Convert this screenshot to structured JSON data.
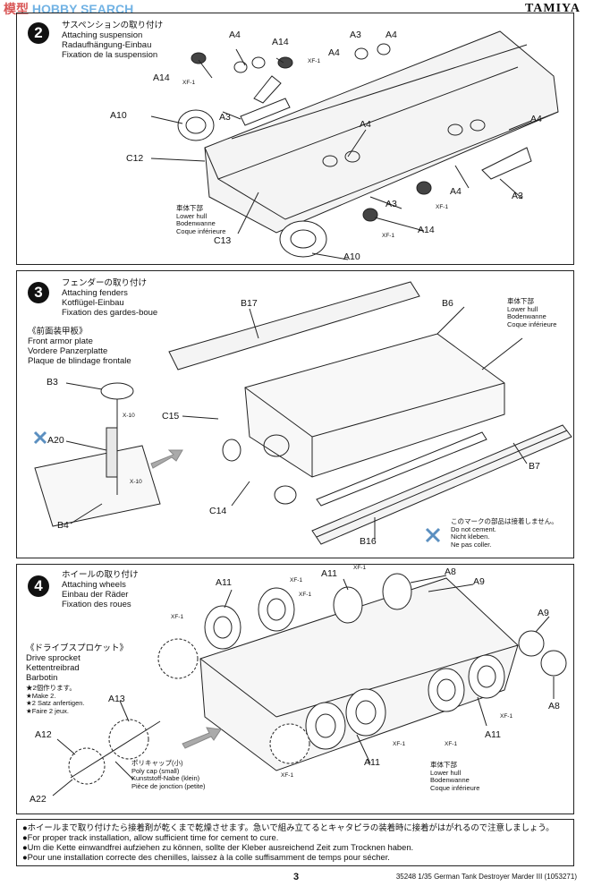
{
  "header": {
    "brand": "TAMIYA",
    "watermark_a": "模型",
    "watermark_b": "HOBBY SEARCH"
  },
  "step2": {
    "number": "2",
    "titles": [
      "サスペンションの取り付け",
      "Attaching suspension",
      "Radaufhängung-Einbau",
      "Fixation de la suspension"
    ],
    "hull": [
      "車体下部",
      "Lower hull",
      "Bodenwanne",
      "Coque inférieure"
    ],
    "parts": {
      "a4_1": "A4",
      "a14_1": "A14",
      "a3_1": "A3",
      "a4_2": "A4",
      "a4_3": "A4",
      "a14_2": "A14",
      "xf1_1": "XF-1",
      "xf1_2": "XF-1",
      "a10_1": "A10",
      "a3_2": "A3",
      "a4_4": "A4",
      "a4_5": "A4",
      "c12": "C12",
      "a4_6": "A4",
      "a3_3": "A3",
      "a3_4": "A3",
      "xf1_3": "XF-1",
      "c13": "C13",
      "a14_3": "A14",
      "xf1_4": "XF-1",
      "a10_2": "A10"
    }
  },
  "step3": {
    "number": "3",
    "titles": [
      "フェンダーの取り付け",
      "Attaching fenders",
      "Kotflügel-Einbau",
      "Fixation des gardes-boue"
    ],
    "sub": [
      "《前面装甲板》",
      "Front armor plate",
      "Vordere Panzerplatte",
      "Plaque de blindage frontale"
    ],
    "hull": [
      "車体下部",
      "Lower hull",
      "Bodenwanne",
      "Coque inférieure"
    ],
    "nocement": [
      "このマークの部品は接着しません。",
      "Do not cement.",
      "Nicht kleben.",
      "Ne pas coller."
    ],
    "parts": {
      "b17": "B17",
      "b6": "B6",
      "b3": "B3",
      "x10_1": "X-10",
      "c15": "C15",
      "a20": "A20",
      "x10_2": "X-10",
      "b4": "B4",
      "c14": "C14",
      "b16": "B16",
      "b7": "B7"
    }
  },
  "step4": {
    "number": "4",
    "titles": [
      "ホイールの取り付け",
      "Attaching wheels",
      "Einbau der Räder",
      "Fixation des roues"
    ],
    "sub": [
      "《ドライブスプロケット》",
      "Drive sprocket",
      "Kettentreibrad",
      "Barbotin"
    ],
    "make2": [
      "★2個作ります。",
      "★Make 2.",
      "★2 Satz anfertigen.",
      "★Faire 2 jeux."
    ],
    "polycap": [
      "ポリキャップ(小)",
      "Poly cap (small)",
      "Kunststoff-Nabe (klein)",
      "Pièce de jonction (petite)"
    ],
    "hull": [
      "車体下部",
      "Lower hull",
      "Bodenwanne",
      "Coque inférieure"
    ],
    "parts": {
      "a11_1": "A11",
      "xf1_1": "XF-1",
      "a11_2": "A11",
      "a8_1": "A8",
      "xf1_2": "XF-1",
      "a9_1": "A9",
      "xf1_3": "XF-1",
      "xf1_4": "XF-1",
      "a9_2": "A9",
      "a13": "A13",
      "a12": "A12",
      "a8_2": "A8",
      "xf1_5": "XF-1",
      "a11_3": "A11",
      "xf1_6": "XF-1",
      "xf1_7": "XF-1",
      "a11_4": "A11",
      "xf1_8": "XF-1",
      "a22": "A22"
    }
  },
  "notes": [
    "●ホイールまで取り付けたら接着剤が乾くまで乾燥させます。急いで組み立てるとキャタピラの装着時に接着がはがれるので注意しましょう。",
    "●For proper track installation, allow sufficient time for cement to cure.",
    "●Um die Kette einwandfrei aufziehen zu können, sollte der Kleber ausreichend Zeit zum Trocknen haben.",
    "●Pour une installation correcte des chenilles, laissez à la colle suffisamment de temps pour sécher."
  ],
  "footer": {
    "page": "3",
    "code": "35248  1/35 German Tank Destroyer Marder III (1053271)"
  }
}
